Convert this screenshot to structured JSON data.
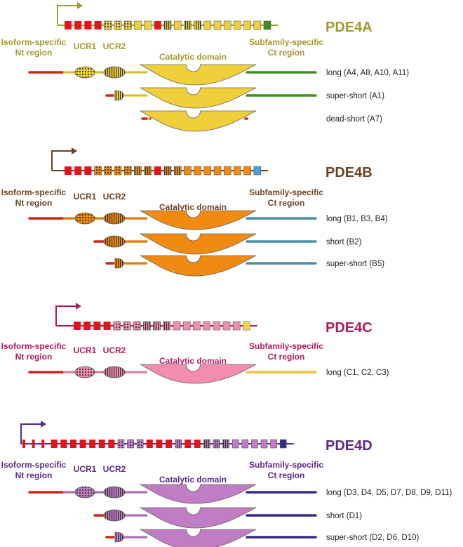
{
  "label_colors": {
    "ucr_text": "#8a6d2a"
  },
  "families": [
    {
      "id": "PDE4A",
      "name": "PDE4A",
      "color": "#a19a2d",
      "fill": "#f0d03a",
      "ct_color": "#3f8f1e",
      "last_exon_color": "#3f8f1e",
      "nt_label": "Isoform-specific\nNt region",
      "ucr1_label": "UCR1",
      "ucr2_label": "UCR2",
      "catalytic_label": "Catalytic domain",
      "ct_label": "Subfamily-specific\nCt region",
      "exons": [
        "red",
        "red",
        "red",
        "red",
        "check",
        "check",
        "check",
        "fill",
        "fill",
        "red",
        "stripe",
        "fill",
        "stripe",
        "stripe",
        "fill",
        "fill",
        "fill",
        "fill",
        "fill",
        "fill",
        "green"
      ],
      "isoforms": [
        {
          "kind": "long",
          "label": "long (A4, A8, A10, A11)"
        },
        {
          "kind": "super-short",
          "label": "super-short (A1)"
        },
        {
          "kind": "dead-short",
          "label": "dead-short (A7)"
        }
      ]
    },
    {
      "id": "PDE4B",
      "name": "PDE4B",
      "color": "#6b4423",
      "fill": "#f08a10",
      "ct_color": "#4a8fa6",
      "last_exon_color": "#4aa3d8",
      "nt_label": "Isoform-specific\nNt region",
      "ucr1_label": "UCR1",
      "ucr2_label": "UCR2",
      "catalytic_label": "Catalytic domain",
      "ct_label": "Subfamily-specific\nCt region",
      "exons": [
        "red",
        "red",
        "red",
        "check",
        "check",
        "check",
        "check",
        "stripe",
        "stripe",
        "red",
        "stripe",
        "stripe",
        "fill",
        "fill",
        "fill",
        "fill",
        "fill",
        "fill",
        "fill",
        "blue"
      ],
      "isoforms": [
        {
          "kind": "long",
          "label": "long (B1, B3, B4)"
        },
        {
          "kind": "short",
          "label": "short (B2)"
        },
        {
          "kind": "super-short",
          "label": "super-short (B5)"
        }
      ]
    },
    {
      "id": "PDE4C",
      "name": "PDE4C",
      "color": "#b01a5e",
      "fill": "#f28cb0",
      "ct_color": "#f0c040",
      "last_exon_color": "#f6d84a",
      "nt_label": "Isoform-specific\nNt region",
      "ucr1_label": "UCR1",
      "ucr2_label": "UCR2",
      "catalytic_label": "Catalytic domain",
      "ct_label": "Subfamily-specific\nCt region",
      "exons": [
        "red",
        "red",
        "red",
        "red",
        "check",
        "check",
        "check",
        "stripe",
        "stripe",
        "stripe",
        "fill",
        "fill",
        "fill",
        "fill",
        "fill",
        "fill",
        "fill",
        "yellow"
      ],
      "isoforms": [
        {
          "kind": "long",
          "label": "long (C1, C2, C3)"
        }
      ]
    },
    {
      "id": "PDE4D",
      "name": "PDE4D",
      "color": "#5b2a86",
      "fill": "#c07cc4",
      "ct_color": "#3a2a88",
      "last_exon_color": "#3a2a88",
      "nt_label": "Isoform-specific\nNt region",
      "ucr1_label": "UCR1",
      "ucr2_label": "UCR2",
      "catalytic_label": "Catalytic domain",
      "ct_label": "Subfamily-specific\nCt region",
      "exons": [
        "thin",
        "thin",
        "thin",
        "red",
        "red",
        "red",
        "red",
        "red",
        "red",
        "red",
        "check",
        "check",
        "check",
        "red",
        "red",
        "red",
        "stripe",
        "red",
        "red",
        "stripe",
        "stripe",
        "stripe",
        "fill",
        "fill",
        "fill",
        "fill",
        "fill",
        "navy"
      ],
      "isoforms": [
        {
          "kind": "long",
          "label": "long (D3, D4, D5, D7, D8, D9, D11)"
        },
        {
          "kind": "short",
          "label": "short (D1)"
        },
        {
          "kind": "super-short",
          "label": "super-short (D2, D6, D10)"
        }
      ]
    }
  ]
}
